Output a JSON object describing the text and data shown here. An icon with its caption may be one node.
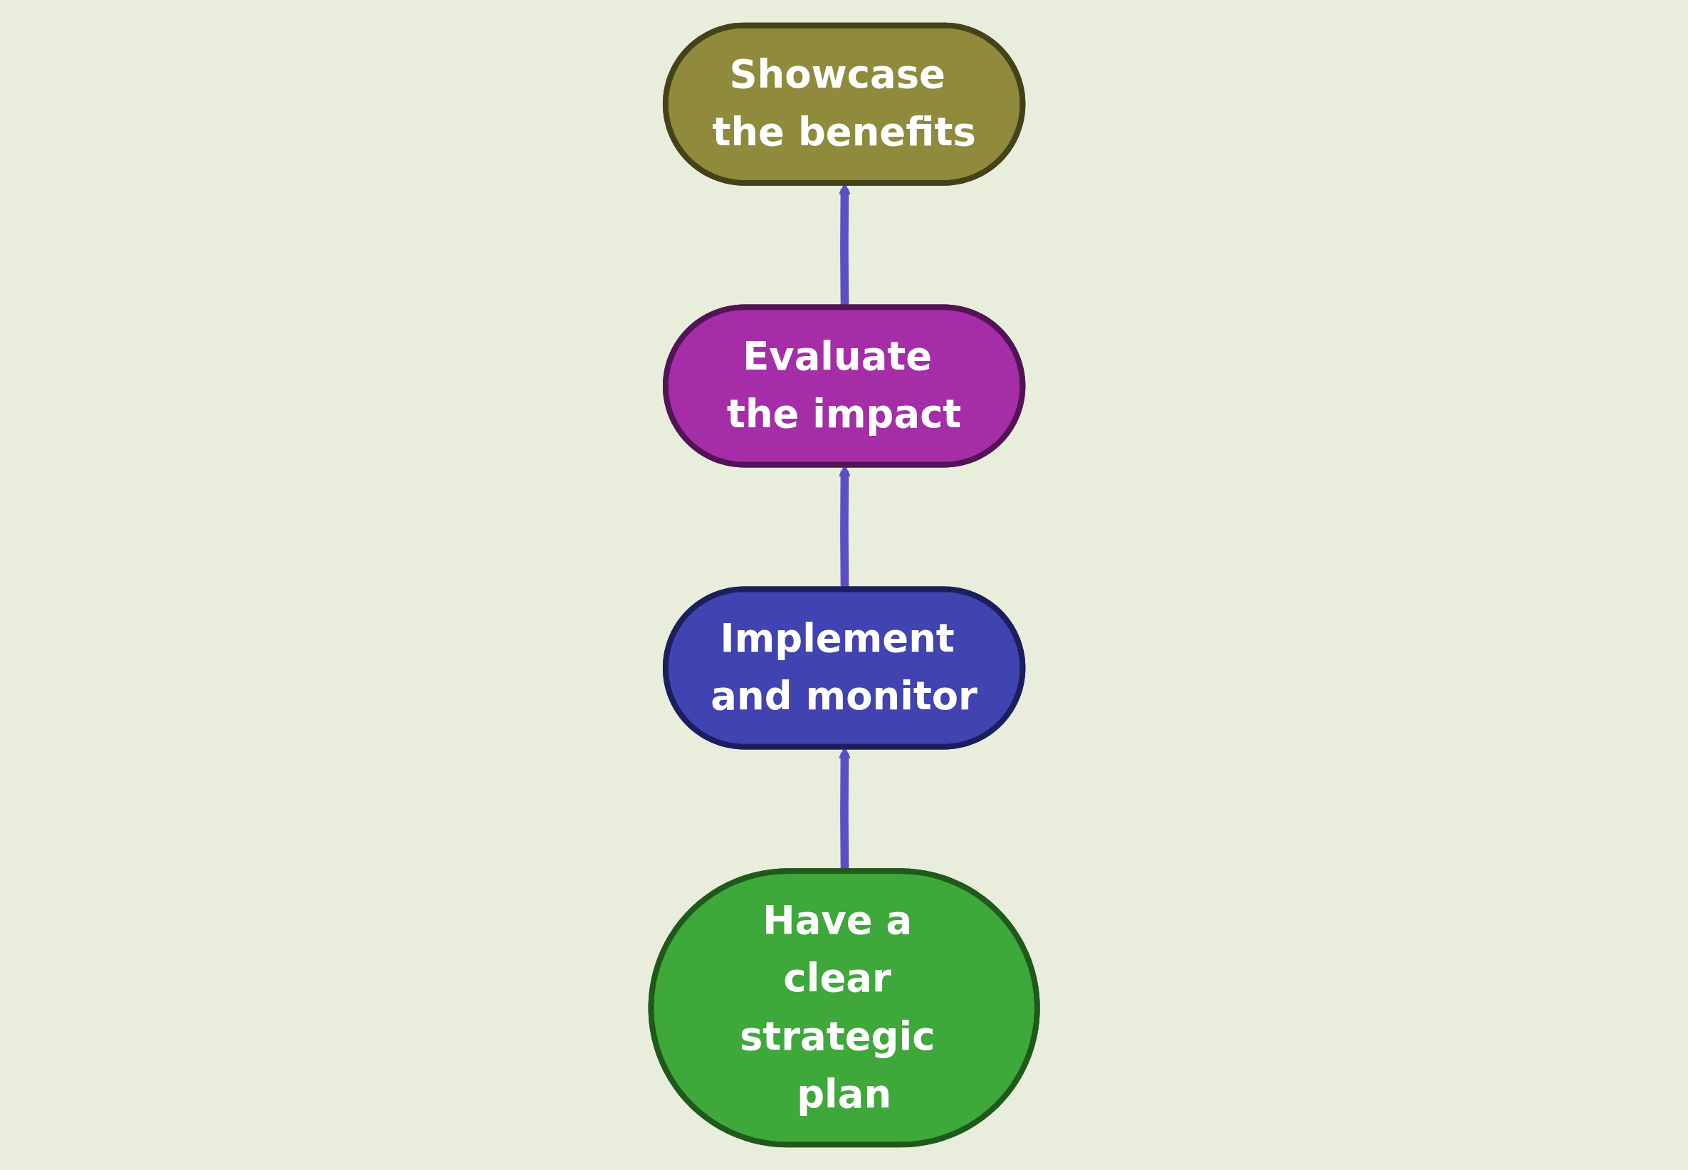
{
  "diagram": {
    "nodes": [
      {
        "text": [
          "Have a clear strategic plan"
        ]
      },
      {
        "text": [
          "Implement and monitor"
        ]
      },
      {
        "text": [
          "Evaluate the impact"
        ]
      },
      {
        "text": [
          "Showcase the benefits"
        ]
      }
    ],
    "edges": [
      {
        "from": 0,
        "to": 1,
        "arrow": "to"
      },
      {
        "from": 1,
        "to": 2,
        "arrow": "to"
      },
      {
        "from": 2,
        "to": 3,
        "arrow": "to"
      }
    ]
  }
}
